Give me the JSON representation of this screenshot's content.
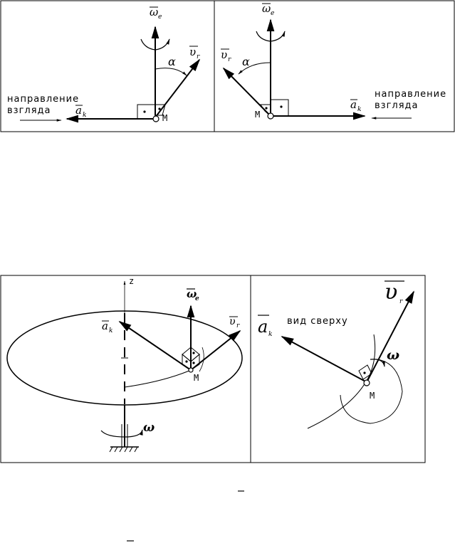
{
  "figure1": {
    "left": {
      "omega_e": "ω",
      "omega_e_sub": "e",
      "v_r": "υ",
      "v_r_sub": "r",
      "alpha": "α",
      "a_k": "a",
      "a_k_sub": "k",
      "point": "M",
      "view_dir_line1": "направление",
      "view_dir_line2": "взгляда"
    },
    "right": {
      "omega_e": "ω",
      "omega_e_sub": "e",
      "v_r": "υ",
      "v_r_sub": "r",
      "alpha": "α",
      "a_k": "a",
      "a_k_sub": "k",
      "point": "M",
      "view_dir_line1": "направление",
      "view_dir_line2": "взгляда"
    }
  },
  "figure2": {
    "left": {
      "z_axis": "z",
      "omega_e": "ω",
      "omega_e_sub": "e",
      "v_r": "υ",
      "v_r_sub": "r",
      "a_k": "a",
      "a_k_sub": "k",
      "point": "M",
      "omega": "ω"
    },
    "right": {
      "top_view": "вид сверху",
      "a_k": "a",
      "a_k_sub": "k",
      "v_r": "υ",
      "v_r_sub": "r",
      "omega": "ω",
      "point": "M"
    }
  }
}
